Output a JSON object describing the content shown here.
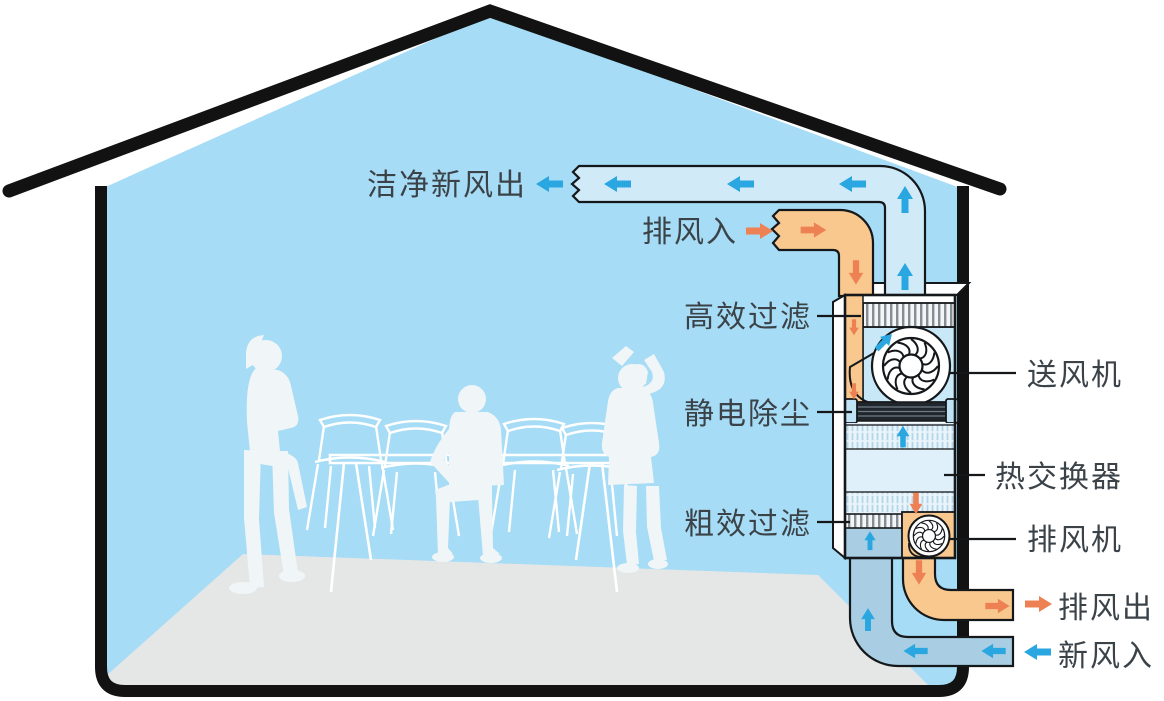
{
  "diagram": {
    "labels": {
      "clean_fresh_air_out": "洁净新风出",
      "exhaust_air_in": "排风入",
      "high_efficiency_filter": "高效过滤",
      "supply_fan": "送风机",
      "electrostatic_dust_removal": "静电除尘",
      "heat_exchanger": "热交换器",
      "coarse_filter": "粗效过滤",
      "exhaust_fan": "排风机",
      "exhaust_air_out": "排风出",
      "fresh_air_in": "新风入"
    },
    "colors": {
      "house_interior": "#a6dcf5",
      "floor": "#e5e7e7",
      "outline": "#121212",
      "supply_duct": "#d0eaf8",
      "fresh_air_duct": "#a9cee3",
      "exhaust_duct": "#f8c88e",
      "supply_arrow": "#2aa7e0",
      "exhaust_arrow": "#ee8154",
      "label_text": "#3b4349",
      "silhouette": "#f0f5f7"
    }
  }
}
